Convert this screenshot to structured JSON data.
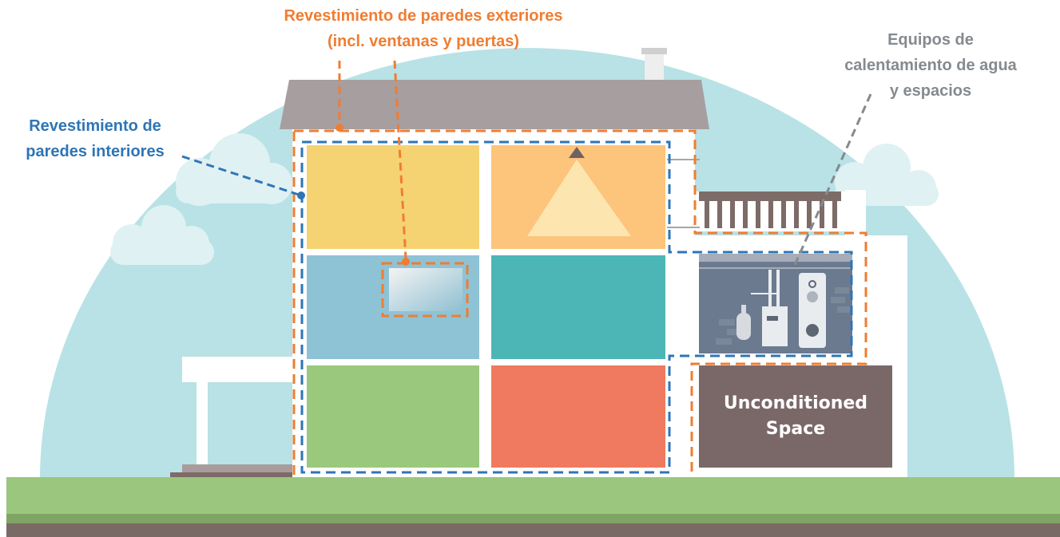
{
  "colors": {
    "orange": "#ef7d32",
    "blue": "#2e75b6",
    "gray_text": "#858a8f",
    "sky": "#b8e2e6",
    "roof": "#a79ea0",
    "grass": "#9ac77d",
    "soil": "#7a6a66",
    "room_yellow": "#f6d372",
    "room_orange": "#fdc47c",
    "room_blue": "#8ec3d6",
    "room_teal": "#4cb6b6",
    "room_green": "#9ac87c",
    "room_red": "#ef7a5f",
    "unconditioned": "#7a6868",
    "basement": "#6c7a8f"
  },
  "labels": {
    "exterior_line1": "Revestimiento de paredes exteriores",
    "exterior_line2": "(incl. ventanas y puertas)",
    "interior_line1": "Revestimiento de",
    "interior_line2": "paredes interiores",
    "equipment_line1": "Equipos de",
    "equipment_line2": "calentamiento de agua",
    "equipment_line3": "y espacios",
    "unconditioned_line1": "Unconditioned",
    "unconditioned_line2": "Space"
  }
}
